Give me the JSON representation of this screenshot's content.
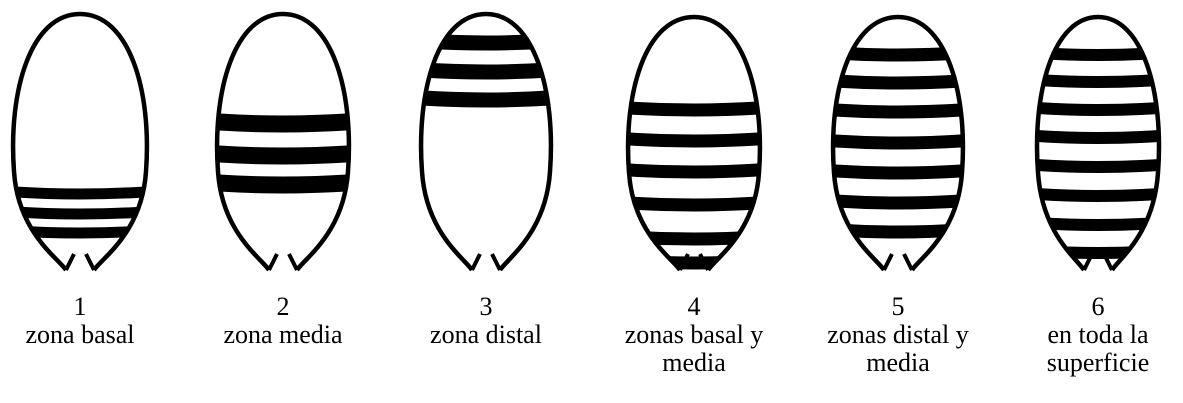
{
  "figure": {
    "stroke_color": "#000000",
    "background": "#ffffff",
    "items": [
      {
        "number": "1",
        "label_lines": [
          "zona basal"
        ],
        "banded_zone": "basal",
        "band_count": 3
      },
      {
        "number": "2",
        "label_lines": [
          "zona media"
        ],
        "banded_zone": "media",
        "band_count": 3
      },
      {
        "number": "3",
        "label_lines": [
          "zona distal"
        ],
        "banded_zone": "distal",
        "band_count": 3
      },
      {
        "number": "4",
        "label_lines": [
          "zonas basal y",
          "media"
        ],
        "banded_zone": "basal y media",
        "band_count": 6
      },
      {
        "number": "5",
        "label_lines": [
          "zonas distal y",
          "media"
        ],
        "banded_zone": "distal y media",
        "band_count": 7
      },
      {
        "number": "6",
        "label_lines": [
          "en toda la",
          "superficie"
        ],
        "banded_zone": "toda la superficie",
        "band_count": 8
      }
    ]
  }
}
